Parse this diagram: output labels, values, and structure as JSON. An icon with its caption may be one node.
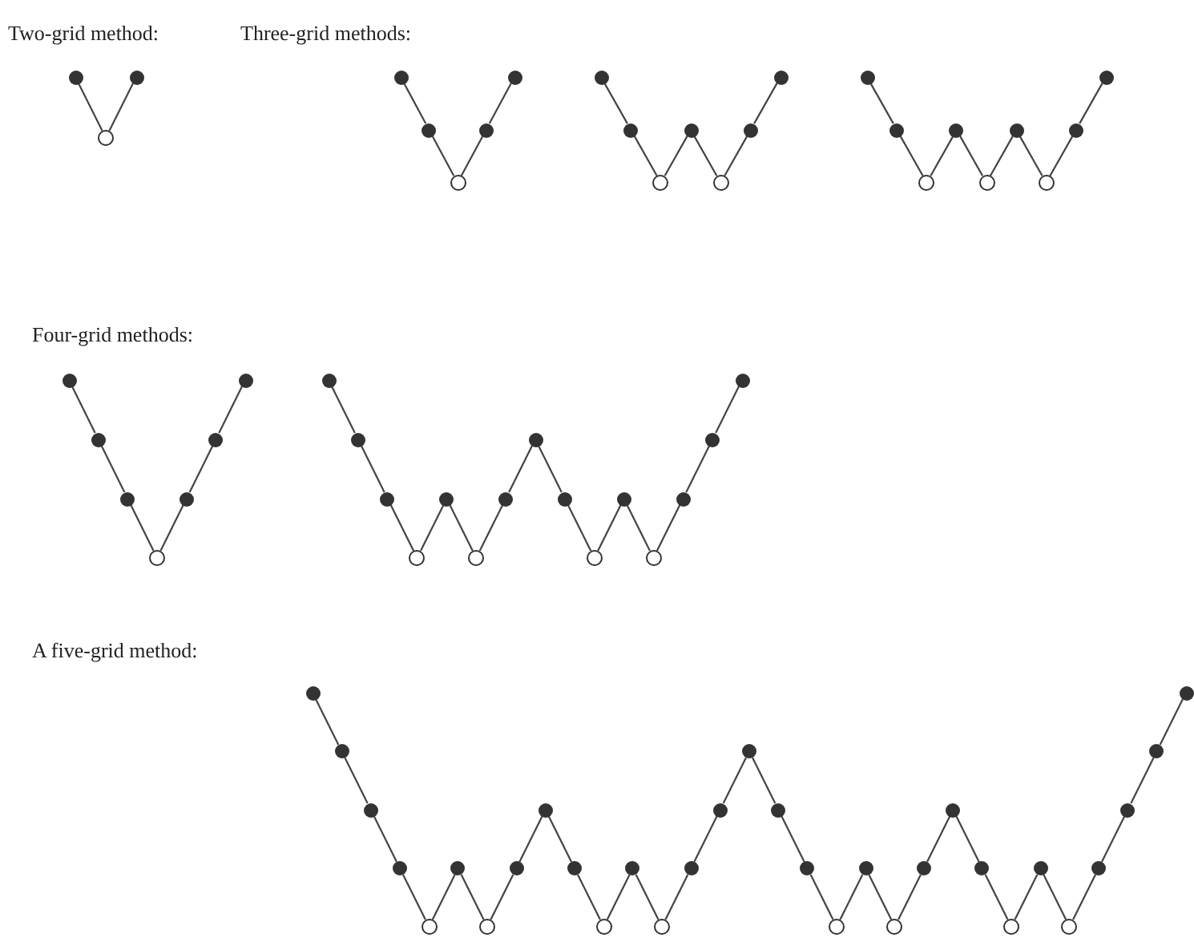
{
  "diagram": {
    "nodes": [
      {
        "text": [],
        "shape": "dot"
      },
      {
        "text": [],
        "shape": "circle"
      },
      {
        "text": [],
        "shape": "dot"
      },
      {
        "text": [],
        "shape": "dot"
      },
      {
        "text": [],
        "shape": "dot"
      },
      {
        "text": [],
        "shape": "circle"
      },
      {
        "text": [],
        "shape": "dot"
      },
      {
        "text": [],
        "shape": "dot"
      },
      {
        "text": [],
        "shape": "dot"
      },
      {
        "text": [],
        "shape": "dot"
      },
      {
        "text": [],
        "shape": "circle"
      },
      {
        "text": [],
        "shape": "dot"
      },
      {
        "text": [],
        "shape": "circle"
      },
      {
        "text": [],
        "shape": "dot"
      },
      {
        "text": [],
        "shape": "dot"
      },
      {
        "text": [],
        "shape": "dot"
      },
      {
        "text": [],
        "shape": "dot"
      },
      {
        "text": [],
        "shape": "circle"
      },
      {
        "text": [],
        "shape": "dot"
      },
      {
        "text": [],
        "shape": "circle"
      },
      {
        "text": [],
        "shape": "dot"
      },
      {
        "text": [],
        "shape": "circle"
      },
      {
        "text": [],
        "shape": "dot"
      },
      {
        "text": [],
        "shape": "dot"
      },
      {
        "text": [],
        "shape": "dot"
      },
      {
        "text": [],
        "shape": "dot"
      },
      {
        "text": [],
        "shape": "dot"
      },
      {
        "text": [],
        "shape": "circle"
      },
      {
        "text": [],
        "shape": "dot"
      },
      {
        "text": [],
        "shape": "dot"
      },
      {
        "text": [],
        "shape": "dot"
      },
      {
        "text": [],
        "shape": "dot"
      },
      {
        "text": [],
        "shape": "dot"
      },
      {
        "text": [],
        "shape": "dot"
      },
      {
        "text": [],
        "shape": "circle"
      },
      {
        "text": [],
        "shape": "dot"
      },
      {
        "text": [],
        "shape": "circle"
      },
      {
        "text": [],
        "shape": "dot"
      },
      {
        "text": [],
        "shape": "dot"
      },
      {
        "text": [],
        "shape": "dot"
      },
      {
        "text": [],
        "shape": "circle"
      },
      {
        "text": [],
        "shape": "dot"
      },
      {
        "text": [],
        "shape": "circle"
      },
      {
        "text": [],
        "shape": "dot"
      },
      {
        "text": [],
        "shape": "dot"
      },
      {
        "text": [],
        "shape": "dot"
      },
      {
        "text": [],
        "shape": "dot"
      },
      {
        "text": [],
        "shape": "dot"
      },
      {
        "text": [],
        "shape": "dot"
      },
      {
        "text": [],
        "shape": "dot"
      },
      {
        "text": [],
        "shape": "circle"
      },
      {
        "text": [],
        "shape": "dot"
      },
      {
        "text": [],
        "shape": "circle"
      },
      {
        "text": [],
        "shape": "dot"
      },
      {
        "text": [],
        "shape": "dot"
      },
      {
        "text": [],
        "shape": "dot"
      },
      {
        "text": [],
        "shape": "circle"
      },
      {
        "text": [],
        "shape": "dot"
      },
      {
        "text": [],
        "shape": "circle"
      },
      {
        "text": [],
        "shape": "dot"
      },
      {
        "text": [],
        "shape": "dot"
      },
      {
        "text": [],
        "shape": "dot"
      },
      {
        "text": [],
        "shape": "dot"
      },
      {
        "text": [],
        "shape": "dot"
      },
      {
        "text": [],
        "shape": "circle"
      },
      {
        "text": [],
        "shape": "dot"
      },
      {
        "text": [],
        "shape": "circle"
      },
      {
        "text": [],
        "shape": "dot"
      },
      {
        "text": [],
        "shape": "dot"
      },
      {
        "text": [],
        "shape": "dot"
      },
      {
        "text": [],
        "shape": "circle"
      },
      {
        "text": [],
        "shape": "dot"
      },
      {
        "text": [],
        "shape": "circle"
      },
      {
        "text": [],
        "shape": "dot"
      },
      {
        "text": [],
        "shape": "dot"
      },
      {
        "text": [],
        "shape": "dot"
      },
      {
        "text": [],
        "shape": "dot"
      }
    ],
    "edges": [
      {
        "from": 0,
        "to": 1,
        "arrow": "none"
      },
      {
        "from": 1,
        "to": 2,
        "arrow": "none"
      },
      {
        "from": 3,
        "to": 4,
        "arrow": "none"
      },
      {
        "from": 4,
        "to": 5,
        "arrow": "none"
      },
      {
        "from": 5,
        "to": 6,
        "arrow": "none"
      },
      {
        "from": 6,
        "to": 7,
        "arrow": "none"
      },
      {
        "from": 8,
        "to": 9,
        "arrow": "none"
      },
      {
        "from": 9,
        "to": 10,
        "arrow": "none"
      },
      {
        "from": 10,
        "to": 11,
        "arrow": "none"
      },
      {
        "from": 11,
        "to": 12,
        "arrow": "none"
      },
      {
        "from": 12,
        "to": 13,
        "arrow": "none"
      },
      {
        "from": 13,
        "to": 14,
        "arrow": "none"
      },
      {
        "from": 15,
        "to": 16,
        "arrow": "none"
      },
      {
        "from": 16,
        "to": 17,
        "arrow": "none"
      },
      {
        "from": 17,
        "to": 18,
        "arrow": "none"
      },
      {
        "from": 18,
        "to": 19,
        "arrow": "none"
      },
      {
        "from": 19,
        "to": 20,
        "arrow": "none"
      },
      {
        "from": 20,
        "to": 21,
        "arrow": "none"
      },
      {
        "from": 21,
        "to": 22,
        "arrow": "none"
      },
      {
        "from": 22,
        "to": 23,
        "arrow": "none"
      },
      {
        "from": 24,
        "to": 25,
        "arrow": "none"
      },
      {
        "from": 25,
        "to": 26,
        "arrow": "none"
      },
      {
        "from": 26,
        "to": 27,
        "arrow": "none"
      },
      {
        "from": 27,
        "to": 28,
        "arrow": "none"
      },
      {
        "from": 28,
        "to": 29,
        "arrow": "none"
      },
      {
        "from": 29,
        "to": 30,
        "arrow": "none"
      },
      {
        "from": 31,
        "to": 32,
        "arrow": "none"
      },
      {
        "from": 32,
        "to": 33,
        "arrow": "none"
      },
      {
        "from": 33,
        "to": 34,
        "arrow": "none"
      },
      {
        "from": 34,
        "to": 35,
        "arrow": "none"
      },
      {
        "from": 35,
        "to": 36,
        "arrow": "none"
      },
      {
        "from": 36,
        "to": 37,
        "arrow": "none"
      },
      {
        "from": 37,
        "to": 38,
        "arrow": "none"
      },
      {
        "from": 38,
        "to": 39,
        "arrow": "none"
      },
      {
        "from": 39,
        "to": 40,
        "arrow": "none"
      },
      {
        "from": 40,
        "to": 41,
        "arrow": "none"
      },
      {
        "from": 41,
        "to": 42,
        "arrow": "none"
      },
      {
        "from": 42,
        "to": 43,
        "arrow": "none"
      },
      {
        "from": 43,
        "to": 44,
        "arrow": "none"
      },
      {
        "from": 44,
        "to": 45,
        "arrow": "none"
      },
      {
        "from": 46,
        "to": 47,
        "arrow": "none"
      },
      {
        "from": 47,
        "to": 48,
        "arrow": "none"
      },
      {
        "from": 48,
        "to": 49,
        "arrow": "none"
      },
      {
        "from": 49,
        "to": 50,
        "arrow": "none"
      },
      {
        "from": 50,
        "to": 51,
        "arrow": "none"
      },
      {
        "from": 51,
        "to": 52,
        "arrow": "none"
      },
      {
        "from": 52,
        "to": 53,
        "arrow": "none"
      },
      {
        "from": 53,
        "to": 54,
        "arrow": "none"
      },
      {
        "from": 54,
        "to": 55,
        "arrow": "none"
      },
      {
        "from": 55,
        "to": 56,
        "arrow": "none"
      },
      {
        "from": 56,
        "to": 57,
        "arrow": "none"
      },
      {
        "from": 57,
        "to": 58,
        "arrow": "none"
      },
      {
        "from": 58,
        "to": 59,
        "arrow": "none"
      },
      {
        "from": 59,
        "to": 60,
        "arrow": "none"
      },
      {
        "from": 60,
        "to": 61,
        "arrow": "none"
      },
      {
        "from": 61,
        "to": 62,
        "arrow": "none"
      },
      {
        "from": 62,
        "to": 63,
        "arrow": "none"
      },
      {
        "from": 63,
        "to": 64,
        "arrow": "none"
      },
      {
        "from": 64,
        "to": 65,
        "arrow": "none"
      },
      {
        "from": 65,
        "to": 66,
        "arrow": "none"
      },
      {
        "from": 66,
        "to": 67,
        "arrow": "none"
      },
      {
        "from": 67,
        "to": 68,
        "arrow": "none"
      },
      {
        "from": 68,
        "to": 69,
        "arrow": "none"
      },
      {
        "from": 69,
        "to": 70,
        "arrow": "none"
      },
      {
        "from": 70,
        "to": 71,
        "arrow": "none"
      },
      {
        "from": 71,
        "to": 72,
        "arrow": "none"
      },
      {
        "from": 72,
        "to": 73,
        "arrow": "none"
      },
      {
        "from": 73,
        "to": 74,
        "arrow": "none"
      },
      {
        "from": 74,
        "to": 75,
        "arrow": "none"
      },
      {
        "from": 75,
        "to": 76,
        "arrow": "none"
      }
    ],
    "labels": [
      "Two-grid method:",
      "Three-grid methods:",
      "Four-grid methods:",
      "A five-grid method:"
    ]
  }
}
